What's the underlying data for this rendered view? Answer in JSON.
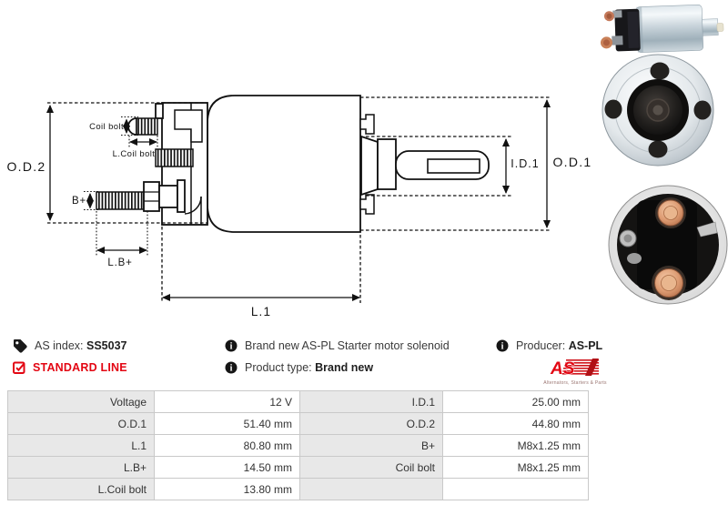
{
  "diagram": {
    "labels": {
      "od2": "O.D.2",
      "coil_bolt": "Coil bolt",
      "l_coil_bolt": "L.Coil bolt",
      "b_plus": "B+",
      "l_b_plus": "L.B+",
      "l1": "L.1",
      "id1": "I.D.1",
      "od1": "O.D.1"
    }
  },
  "photos": [
    "solenoid-perspective-view",
    "solenoid-front-flange-view",
    "solenoid-rear-terminals-view"
  ],
  "info": {
    "as_index_label": "AS index:",
    "as_index_value": "SS5037",
    "standard_line": "STANDARD LINE",
    "description": "Brand new AS-PL Starter motor solenoid",
    "product_type_label": "Product type:",
    "product_type_value": "Brand new",
    "producer_label": "Producer:",
    "producer_value": "AS-PL",
    "logo_text": "AS",
    "logo_tagline": "Alternators, Starters & Parts"
  },
  "colors": {
    "accent_red": "#e30613",
    "drawing_line": "#111111",
    "table_label_bg": "#e8e8e8",
    "table_border": "#c9c9c9"
  },
  "spec_table": {
    "rows": [
      {
        "label_left": "Voltage",
        "value_left": "12 V",
        "label_right": "I.D.1",
        "value_right": "25.00 mm"
      },
      {
        "label_left": "O.D.1",
        "value_left": "51.40 mm",
        "label_right": "O.D.2",
        "value_right": "44.80 mm"
      },
      {
        "label_left": "L.1",
        "value_left": "80.80 mm",
        "label_right": "B+",
        "value_right": "M8x1.25 mm"
      },
      {
        "label_left": "L.B+",
        "value_left": "14.50 mm",
        "label_right": "Coil bolt",
        "value_right": "M8x1.25 mm"
      },
      {
        "label_left": "L.Coil bolt",
        "value_left": "13.80 mm",
        "label_right": "",
        "value_right": ""
      }
    ]
  }
}
